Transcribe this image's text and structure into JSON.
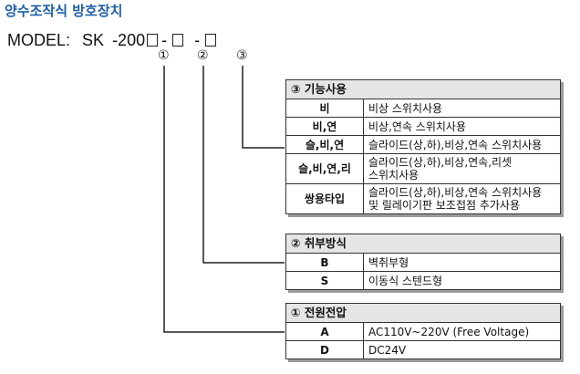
{
  "title": "양수조작식 방호장치",
  "model": {
    "label": "MODEL:",
    "prefix": "SK",
    "code": "-200",
    "dash": "-",
    "markers": [
      "①",
      "②",
      "③"
    ]
  },
  "sections": {
    "function": {
      "header": "③ 기능사용",
      "rows": [
        {
          "key": "비",
          "desc": "비상 스위치사용"
        },
        {
          "key": "비,연",
          "desc": "비상,연속 스위치사용"
        },
        {
          "key": "슬,비,연",
          "desc": "슬라이드(상,하),비상,연속 스위치사용"
        },
        {
          "key": "슬,비,연,리",
          "desc1": "슬라이드(상,하),비상,연속,리셋",
          "desc2": "스위치사용"
        },
        {
          "key": "쌍용타입",
          "desc1": "슬라이드(상,하),비상,연속 스위치사용",
          "desc2": "및 릴레이기판 보조접점 추가사용"
        }
      ]
    },
    "mounting": {
      "header": "② 취부방식",
      "rows": [
        {
          "key": "B",
          "desc": "벽취부형"
        },
        {
          "key": "S",
          "desc": "이동식 스텐드형"
        }
      ]
    },
    "voltage": {
      "header": "① 전원전압",
      "rows": [
        {
          "key": "A",
          "desc": "AC110V~220V (Free Voltage)"
        },
        {
          "key": "D",
          "desc": "DC24V"
        }
      ]
    }
  },
  "colors": {
    "title": "#1f5fa8",
    "header_bg": "#e5e5e5"
  }
}
